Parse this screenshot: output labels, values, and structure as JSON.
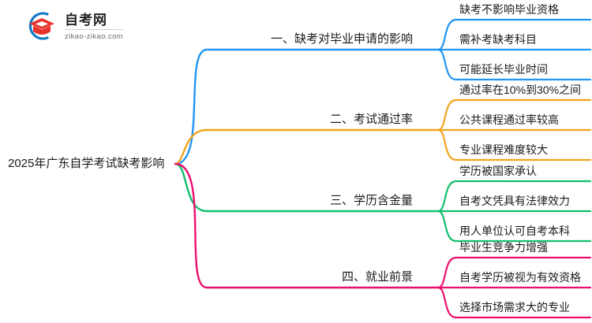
{
  "logo": {
    "name": "自考网",
    "url": "zikao-zikao.com",
    "mark_icon": "graduation-cap-icon",
    "arc_color": "#1479c4",
    "cap_color": "#e8342a"
  },
  "mindmap": {
    "root": {
      "label": "2025年广东自学考试缺考影响"
    },
    "branches": [
      {
        "index": "1",
        "label": "一、缺考对毕业申请的影响",
        "color": "#2196f3",
        "children": [
          {
            "label": "缺考不影响毕业资格"
          },
          {
            "label": "需补考缺考科目"
          },
          {
            "label": "可能延长毕业时间"
          }
        ]
      },
      {
        "index": "2",
        "label": "二、考试通过率",
        "color": "#f0a51e",
        "children": [
          {
            "label": "通过率在10%到30%之间"
          },
          {
            "label": "公共课程通过率较高"
          },
          {
            "label": "专业课程难度较大"
          }
        ]
      },
      {
        "index": "3",
        "label": "三、学历含金量",
        "color": "#12bf6b",
        "children": [
          {
            "label": "学历被国家承认"
          },
          {
            "label": "自考文凭具有法律效力"
          },
          {
            "label": "用人单位认可自考本科"
          }
        ]
      },
      {
        "index": "4",
        "label": "四、就业前景",
        "color": "#ec0f6e",
        "children": [
          {
            "label": "毕业生竞争力增强"
          },
          {
            "label": "自考学历被视为有效资格"
          },
          {
            "label": "选择市场需求大的专业"
          }
        ]
      }
    ]
  }
}
